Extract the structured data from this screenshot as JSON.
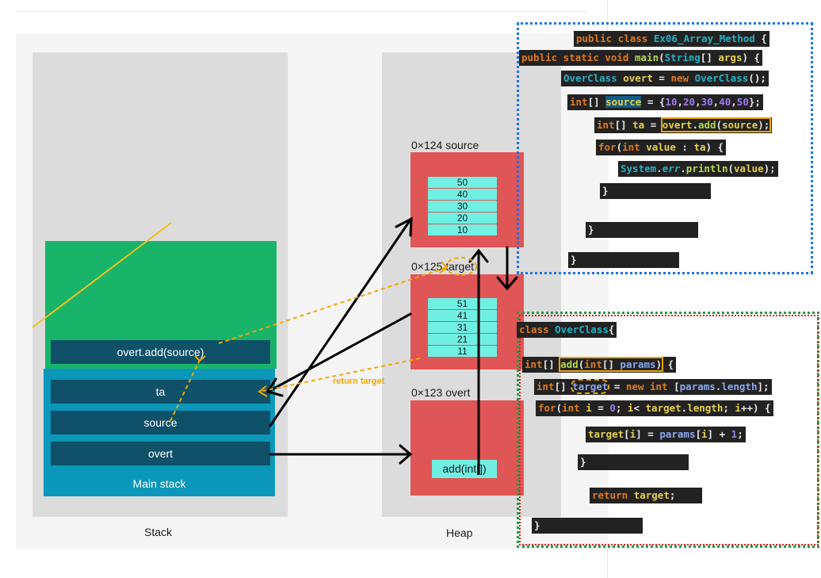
{
  "stack": {
    "frame_method": "overt.add(source)",
    "main_vars": [
      "ta",
      "source",
      "overt"
    ],
    "main_label": "Main stack",
    "title": "Stack"
  },
  "heap": {
    "title": "Heap",
    "source": {
      "header": "0×124  source",
      "values": [
        "50",
        "40",
        "30",
        "20",
        "10"
      ]
    },
    "target": {
      "header": "0×125 target",
      "values": [
        "51",
        "41",
        "31",
        "21",
        "11"
      ]
    },
    "overt": {
      "header": "0×123 overt",
      "method": "add(int[])"
    }
  },
  "arrows": {
    "return_label": "return target"
  },
  "code_main": {
    "lines": [
      [
        "public class ",
        "Ex06_Array_Method",
        " {"
      ],
      [
        "public static void ",
        "main",
        "(",
        "String",
        "[] ",
        "args",
        ") {"
      ],
      [
        "OverClass",
        " overt",
        " = ",
        "new ",
        "OverClass",
        "();"
      ],
      [
        "int",
        "[] ",
        "source",
        " = {",
        "10",
        ",",
        "20",
        ",",
        "30",
        ",",
        "40",
        ",",
        "50",
        "};"
      ],
      [
        "int",
        "[] ",
        "ta",
        " = ",
        "overt",
        ".",
        "add",
        "(",
        "source",
        ");"
      ],
      [
        "for",
        "(",
        "int ",
        "value",
        " : ",
        "ta",
        ") {"
      ],
      [
        "System",
        ".",
        "err",
        ".",
        "println",
        "(",
        "value",
        ");"
      ],
      [
        "}"
      ],
      [
        "}"
      ],
      [
        "}"
      ]
    ]
  },
  "code_overclass": {
    "lines": [
      [
        "class ",
        "OverClass",
        "{"
      ],
      [
        "int",
        "[] ",
        "add",
        "(",
        "int",
        "[] ",
        "params",
        ")",
        " {"
      ],
      [
        "int",
        "[] ",
        "target",
        " = ",
        "new ",
        "int ",
        "[",
        "params",
        ".",
        "length",
        "];"
      ],
      [
        "for",
        "(",
        "int ",
        "i",
        " = ",
        "0",
        "; ",
        "i",
        "< ",
        "target",
        ".",
        "length",
        "; ",
        "i",
        "++) {"
      ],
      [
        "target",
        "[",
        "i",
        "] = ",
        "params",
        "[",
        "i",
        "] + ",
        "1",
        ";"
      ],
      [
        "}"
      ],
      [
        "return ",
        "target",
        ";"
      ],
      [
        "}"
      ]
    ]
  },
  "colors": {
    "stack_frame_green": "#18b46a",
    "main_stack_blue": "#0b97b9",
    "heap_red": "#e05555",
    "array_cell": "#6ff0e3",
    "highlight_orange": "#f1a600",
    "border_blue": "#1a73e8",
    "border_green": "#1e9e3e",
    "border_red": "#e02020"
  }
}
